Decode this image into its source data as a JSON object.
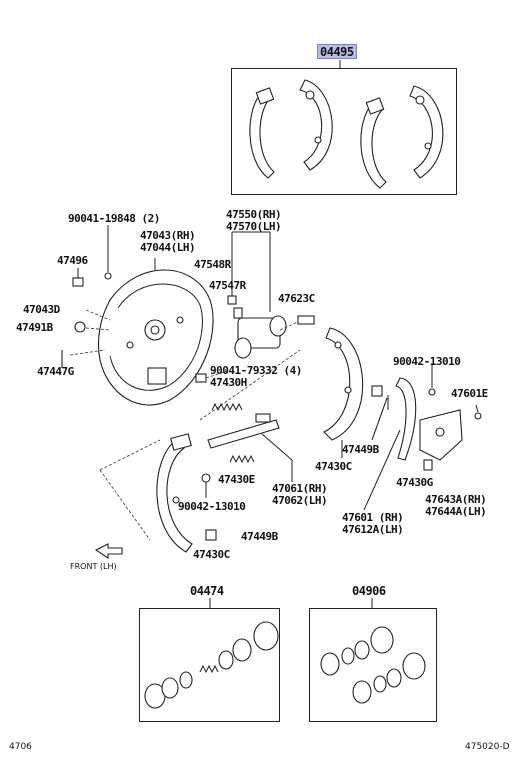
{
  "kits": {
    "shoe_kit": "04495",
    "cylinder_kit_left": "04474",
    "cylinder_kit_right": "04906"
  },
  "labels": {
    "p90041_19848": "90041-19848 (2)",
    "p47043_rh": "47043(RH)",
    "p47044_lh": "47044(LH)",
    "p47550_rh": "47550(RH)",
    "p47570_lh": "47570(LH)",
    "p47496": "47496",
    "p47548r": "47548R",
    "p47547r": "47547R",
    "p47623c": "47623C",
    "p47043d": "47043D",
    "p47491b": "47491B",
    "p47447g": "47447G",
    "p90041_79332": "90041-79332 (4)",
    "p47430h": "47430H",
    "p90042_13010_right": "90042-13010",
    "p47601e": "47601E",
    "p47449b_right": "47449B",
    "p47430c_right": "47430C",
    "p47430g": "47430G",
    "p47643a_rh": "47643A(RH)",
    "p47644a_lh": "47644A(LH)",
    "p47430e": "47430E",
    "p47061_rh": "47061(RH)",
    "p47062_lh": "47062(LH)",
    "p90042_13010_left": "90042-13010",
    "p47449b_left": "47449B",
    "p47430c_left": "47430C",
    "p47601_rh": "47601 (RH)",
    "p47612a_lh": "47612A(LH)",
    "front_lh": "FRONT (LH)"
  },
  "footer": {
    "left_code": "4706",
    "right_code": "475020-D"
  },
  "colors": {
    "highlight_fill": "#b7bde8",
    "highlight_border": "#7a80c9",
    "line": "#222222"
  }
}
